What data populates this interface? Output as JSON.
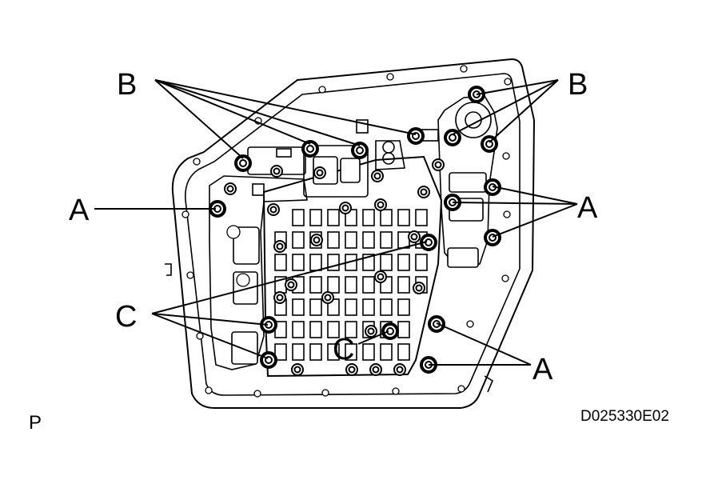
{
  "labels": {
    "B": "B",
    "A": "A",
    "C": "C",
    "P": "P",
    "code": "D025330E02"
  }
}
